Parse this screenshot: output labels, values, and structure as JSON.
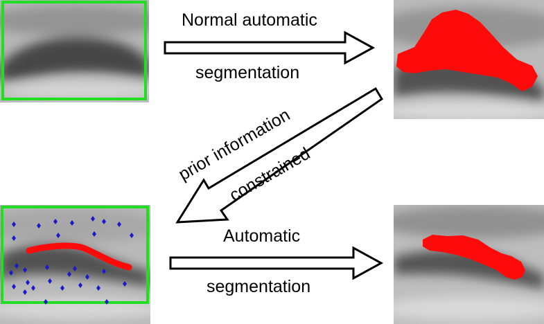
{
  "labels": {
    "top_line1": "Normal automatic",
    "top_line2": "segmentation",
    "diag_line1": "prior information",
    "diag_line2": "constrained",
    "bottom_line1": "Automatic",
    "bottom_line2": "segmentation"
  },
  "colors": {
    "bounding_box": "#22dd22",
    "segmentation": "#ff0a0a",
    "prior_curve": "#ff0a0a",
    "prior_points": "#1a1acc",
    "arrow_stroke": "#000000",
    "arrow_fill": "#ffffff"
  },
  "panels": [
    {
      "name": "input-image-with-box",
      "overlay": "green bounding box"
    },
    {
      "name": "normal-segmentation-result",
      "overlay": "large red region"
    },
    {
      "name": "prior-information-image",
      "overlay": "green box, red curve, blue point markers"
    },
    {
      "name": "constrained-segmentation-result",
      "overlay": "small red region"
    }
  ]
}
